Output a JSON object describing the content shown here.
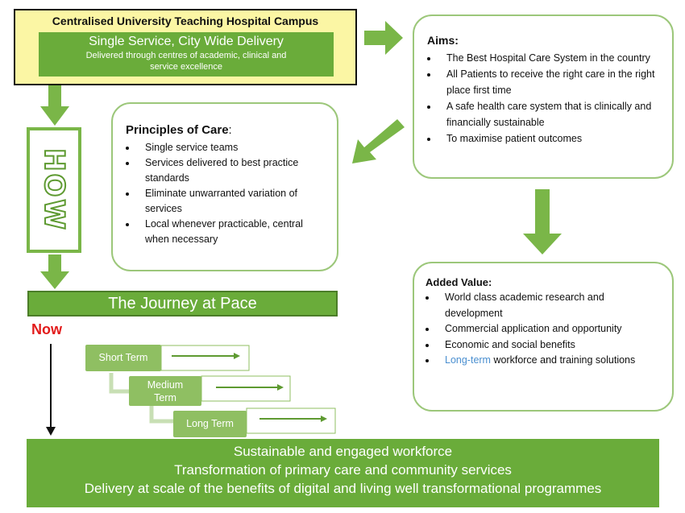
{
  "campus": {
    "title": "Centralised University Teaching Hospital Campus",
    "subtitle": "Single Service, City Wide Delivery",
    "note_line1": "Delivered through centres of academic, clinical and",
    "note_line2": "service excellence"
  },
  "aims": {
    "title": "Aims:",
    "items": [
      "The Best Hospital Care System in the country",
      "All Patients to receive the right care in the right place first time",
      "A safe health care system that is clinically and financially sustainable",
      "To maximise patient outcomes"
    ]
  },
  "principles": {
    "title": "Principles of Care",
    "colon": ":",
    "items": [
      "Single service teams",
      "Services delivered to best practice standards",
      "Eliminate unwarranted variation of services",
      "Local whenever practicable, central when necessary"
    ]
  },
  "how": {
    "label": "HOW"
  },
  "journey": {
    "label": "The Journey at Pace"
  },
  "timeline": {
    "now_label": "Now",
    "terms": [
      "Short Term",
      "Medium Term",
      "Long Term"
    ]
  },
  "added_value": {
    "title": "Added Value:",
    "items": [
      "World class academic research and development",
      "Commercial application and opportunity",
      "Economic and social benefits"
    ],
    "last_item_highlight": "Long-term",
    "last_item_rest": " workforce and training solutions"
  },
  "outcomes": {
    "lines": [
      "Sustainable and engaged workforce",
      "Transformation of primary care and community services",
      "Delivery at scale of the benefits of digital and living well transformational programmes"
    ]
  },
  "colors": {
    "green": "#6aac3a",
    "arrow_green": "#7ab648",
    "yellow": "#fbf6a4",
    "now_red": "#e21b1b",
    "highlight_blue": "#4a8fd0"
  }
}
